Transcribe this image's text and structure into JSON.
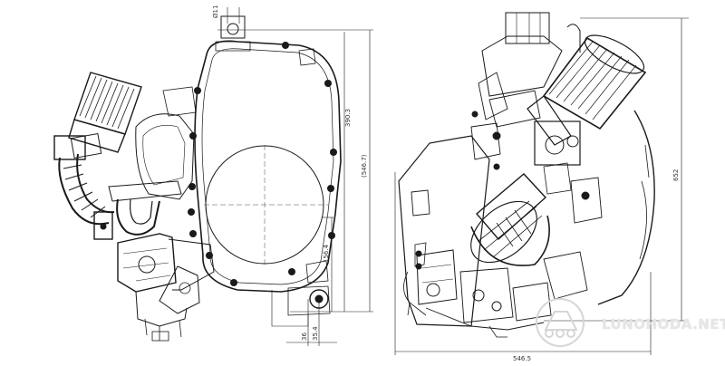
{
  "drawing": {
    "dimensions_left": {
      "top_width": "Ø11",
      "height_main": "390.3",
      "height_total": "(546.7)",
      "height_lower": "156.4",
      "bottom_a": "36",
      "bottom_b": "35.4"
    },
    "dimensions_right": {
      "height": "652",
      "width": "546.5"
    }
  },
  "watermark": {
    "text": "LUNOHODA.NET"
  },
  "colors": {
    "line": "#1a1a1a",
    "watermark": "#e0e0e0"
  }
}
